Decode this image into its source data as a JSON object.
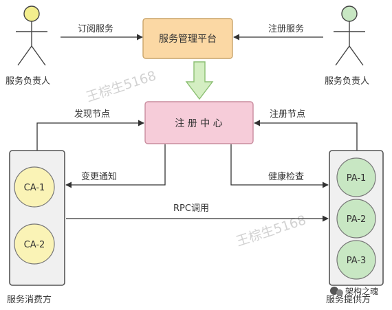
{
  "actors": {
    "left_label": "服务负责人",
    "right_label": "服务负责人"
  },
  "boxes": {
    "management": "服务管理平台",
    "registry": "注 册 中 心"
  },
  "arrows": {
    "subscribe": "订阅服务",
    "register_service": "注册服务",
    "discover": "发现节点",
    "register_node": "注册节点",
    "change_notify": "变更通知",
    "health_check": "健康检查",
    "rpc_call": "RPC调用"
  },
  "consumer": {
    "label": "服务消费方",
    "nodes": [
      "CA-1",
      "CA-2"
    ]
  },
  "provider": {
    "label": "服务提供方",
    "nodes": [
      "PA-1",
      "PA-2",
      "PA-3"
    ]
  },
  "watermarks": [
    "王棕生5168",
    "王棕生5168"
  ],
  "logo_text": "架构之魂",
  "colors": {
    "actor_head": "#f3ee8d",
    "management_fill": "#fbd8a4",
    "management_border": "#c9a46a",
    "registry_fill": "#f6ccd9",
    "registry_border": "#c98c9e",
    "big_arrow_fill": "#d4eec2",
    "big_arrow_border": "#8cbf73",
    "consumer_node": "#faf3b6",
    "provider_node": "#c8e7c3",
    "container_fill": "#f0f0f0"
  }
}
